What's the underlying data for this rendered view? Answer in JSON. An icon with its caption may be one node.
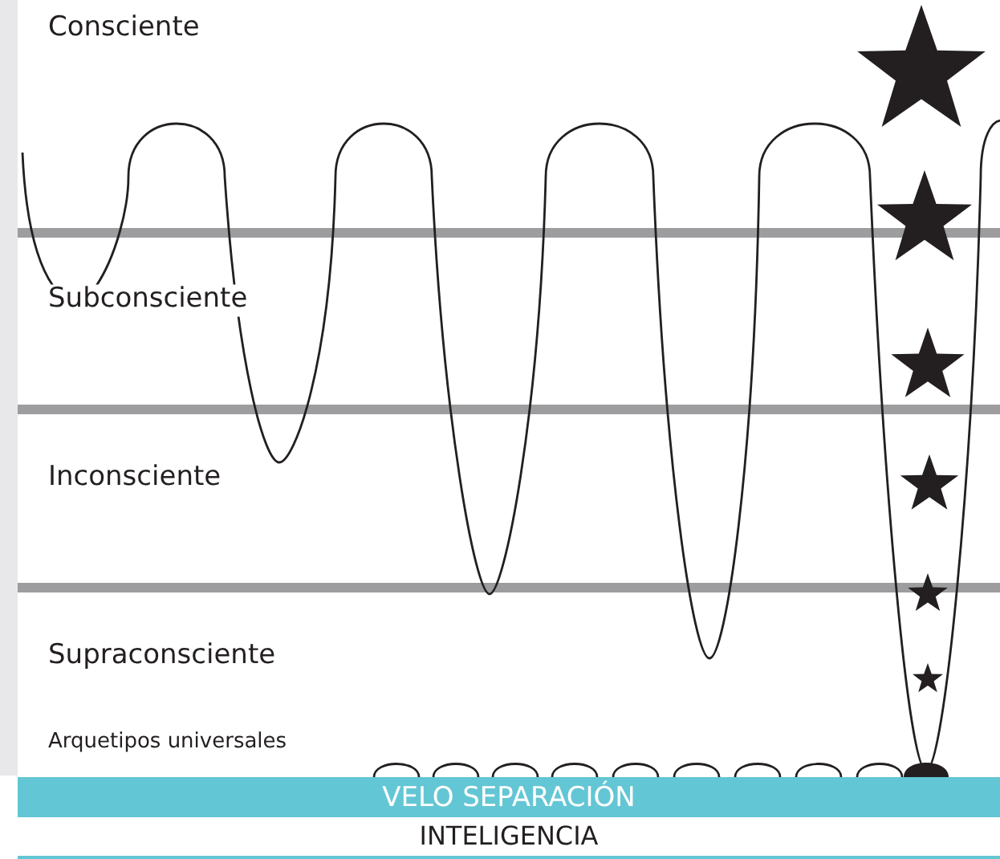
{
  "diagram": {
    "nodes": [
      {
        "text": [
          "VELO SEPARACIÓN"
        ]
      }
    ],
    "labels": [
      "Consciente",
      "Subconsciente",
      "Inconsciente",
      "Supraconsciente",
      "Arquetipos universales",
      "INTELIGENCIA"
    ]
  }
}
